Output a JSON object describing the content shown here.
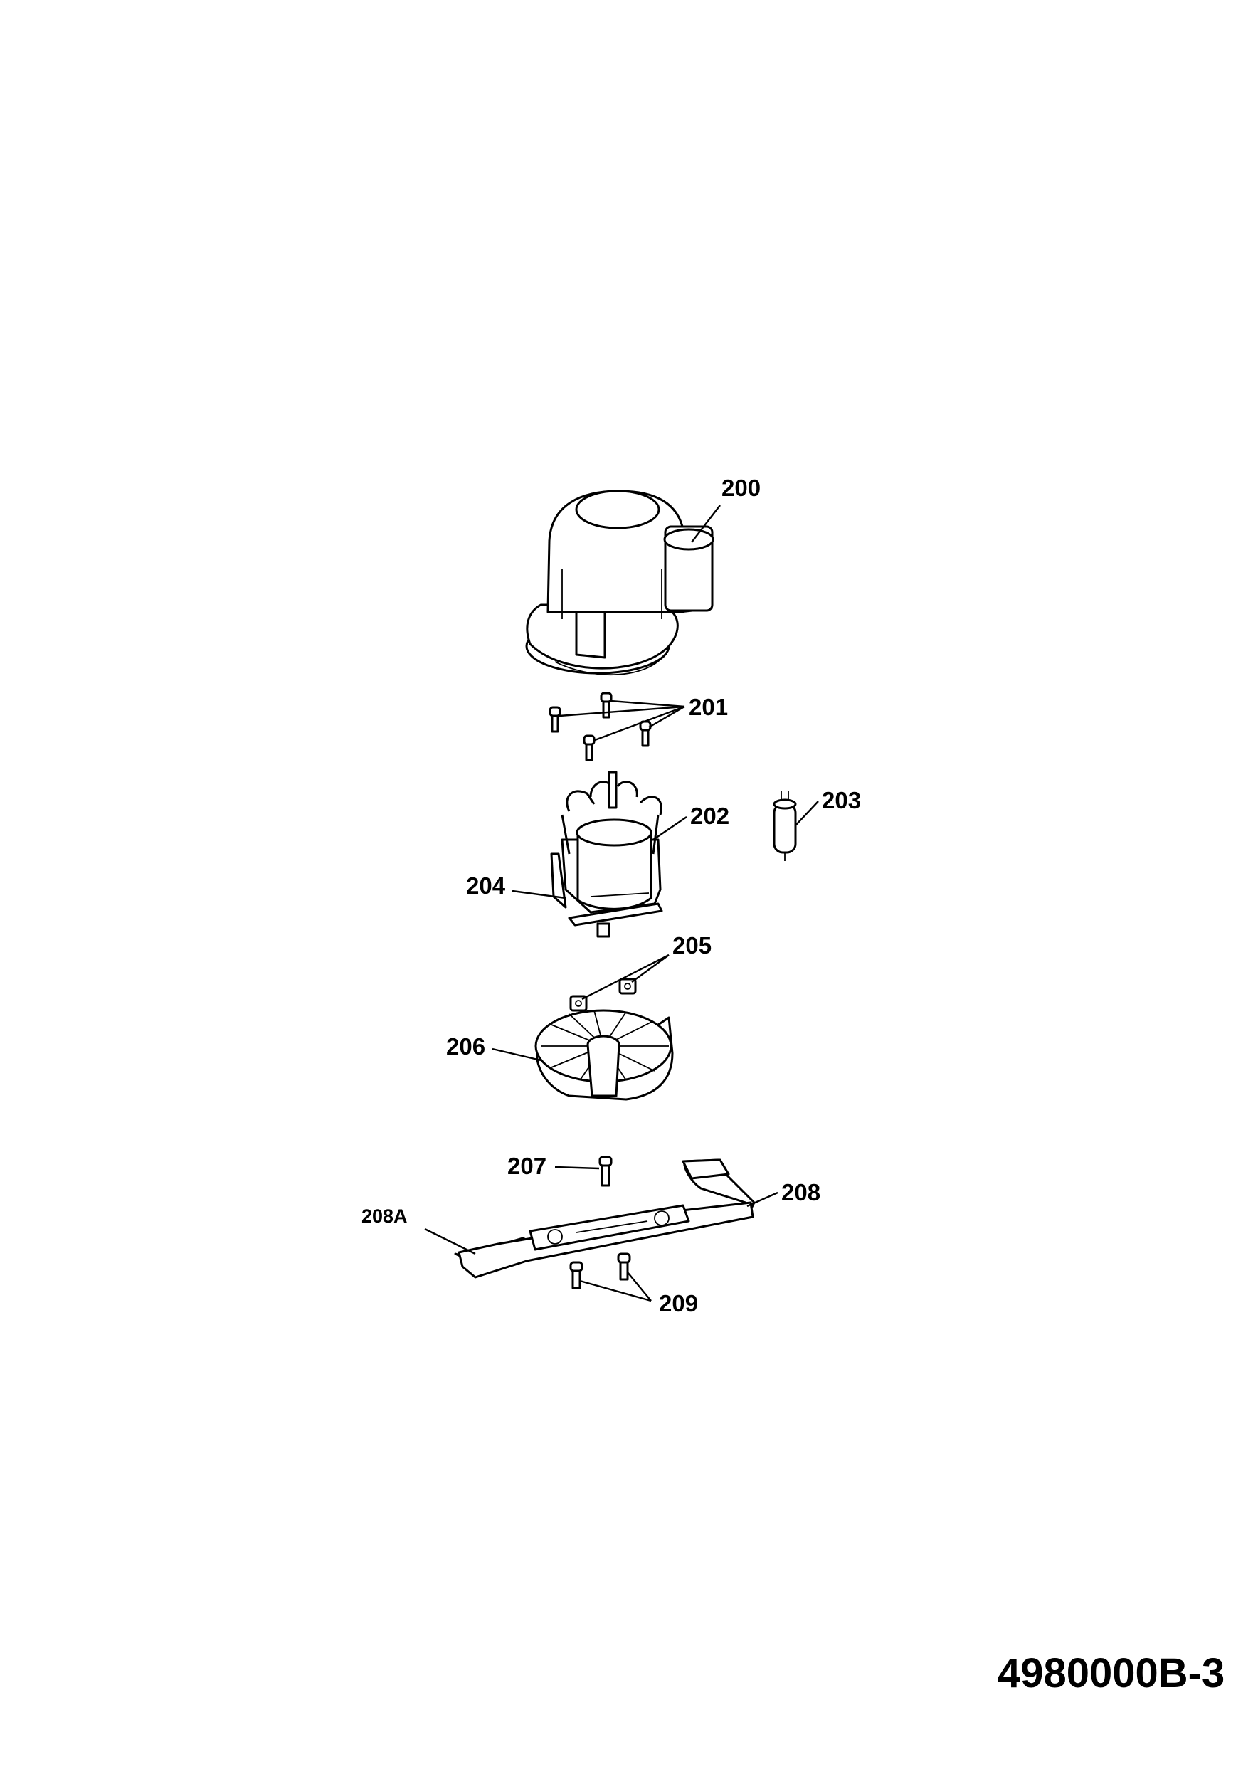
{
  "document_id": "4980000B-3",
  "callouts": {
    "p200": "200",
    "p201": "201",
    "p202": "202",
    "p203": "203",
    "p204": "204",
    "p205": "205",
    "p206": "206",
    "p207": "207",
    "p208": "208",
    "p208a": "208A",
    "p209": "209"
  }
}
